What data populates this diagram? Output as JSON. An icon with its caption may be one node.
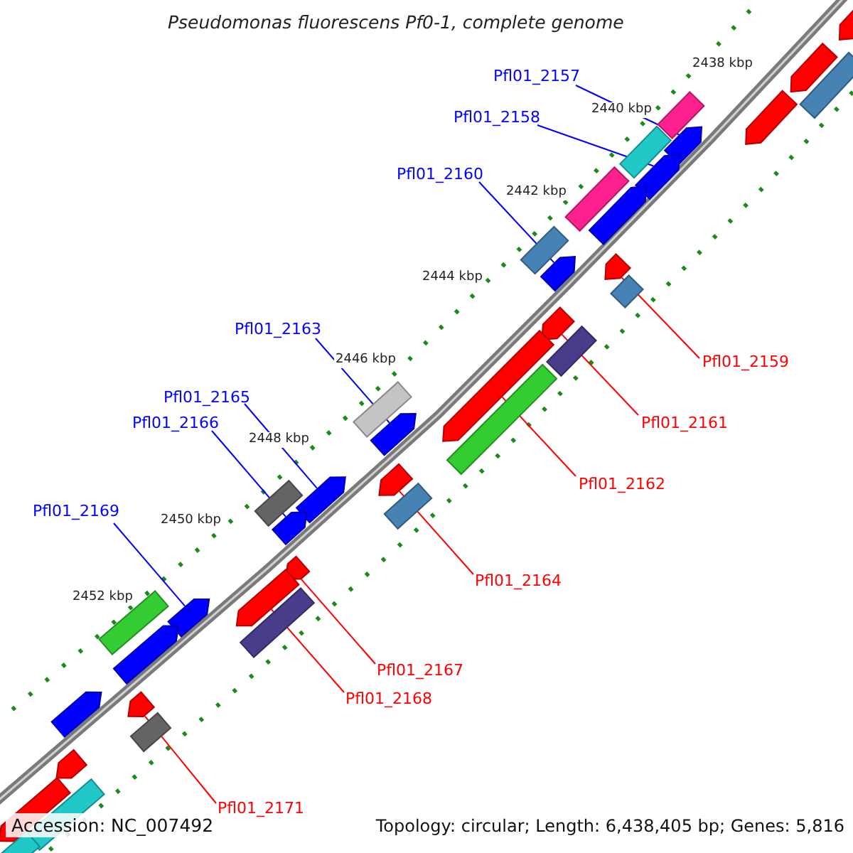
{
  "diagram": {
    "title": "Pseudomonas fluorescens Pf0-1, complete genome",
    "nodes": [
      {
        "text": [
          "Pfl01_2157"
        ]
      },
      {
        "text": [],
        "shape": "arrow"
      },
      {
        "text": [
          "Pfl01_2158"
        ]
      },
      {
        "text": [],
        "shape": "arrow"
      },
      {
        "text": [
          "Pfl01_2160"
        ]
      },
      {
        "text": [],
        "shape": "arrow"
      },
      {
        "text": [
          "Pfl01_2159"
        ]
      },
      {
        "text": [],
        "shape": "arrow"
      },
      {
        "text": [
          "Pfl01_2163"
        ]
      },
      {
        "text": [],
        "shape": "arrow"
      },
      {
        "text": [
          "Pfl01_2161"
        ]
      },
      {
        "text": [],
        "shape": "arrow"
      },
      {
        "text": [
          "Pfl01_2165"
        ]
      },
      {
        "text": [],
        "shape": "arrow"
      },
      {
        "text": [
          "Pfl01_2166"
        ]
      },
      {
        "text": [],
        "shape": "arrow"
      },
      {
        "text": [
          "Pfl01_2162"
        ]
      },
      {
        "text": [],
        "shape": "arrow"
      },
      {
        "text": [
          "Pfl01_2169"
        ]
      },
      {
        "text": [],
        "shape": "arrow"
      },
      {
        "text": [
          "Pfl01_2164"
        ]
      },
      {
        "text": [],
        "shape": "arrow"
      },
      {
        "text": [
          "Pfl01_2167"
        ]
      },
      {
        "text": [],
        "shape": "arrow"
      },
      {
        "text": [
          "Pfl01_2168"
        ]
      },
      {
        "text": [],
        "shape": "arrow"
      },
      {
        "text": [
          "Pfl01_2171"
        ]
      },
      {
        "text": [],
        "shape": "arrow"
      },
      {
        "text": [],
        "shape": "bar"
      },
      {
        "text": [],
        "shape": "bar"
      },
      {
        "text": [],
        "shape": "bar"
      },
      {
        "text": [],
        "shape": "arrow"
      },
      {
        "text": [],
        "shape": "bar"
      },
      {
        "text": [],
        "shape": "bar"
      },
      {
        "text": [],
        "shape": "bar"
      },
      {
        "text": [],
        "shape": "bar"
      },
      {
        "text": [],
        "shape": "arrow"
      },
      {
        "text": [],
        "shape": "arrow"
      },
      {
        "text": [],
        "shape": "bar"
      },
      {
        "text": [],
        "shape": "bar"
      },
      {
        "text": [],
        "shape": "bar"
      },
      {
        "text": [],
        "shape": "bar"
      },
      {
        "text": [],
        "shape": "bar"
      },
      {
        "text": [],
        "shape": "bar"
      },
      {
        "text": [],
        "shape": "arrow"
      },
      {
        "text": [],
        "shape": "arrow"
      },
      {
        "text": [],
        "shape": "arrow"
      },
      {
        "text": [],
        "shape": "bar"
      },
      {
        "text": [],
        "shape": "arrow"
      },
      {
        "text": [],
        "shape": "arrow"
      },
      {
        "text": [],
        "shape": "bar"
      },
      {
        "text": [],
        "shape": "bar"
      }
    ],
    "edges": [
      {
        "from": 0,
        "to": 1,
        "arrow": "none",
        "color": "#0000ff"
      },
      {
        "from": 2,
        "to": 3,
        "arrow": "none",
        "color": "#0000ff"
      },
      {
        "from": 4,
        "to": 5,
        "arrow": "none",
        "color": "#0000ff"
      },
      {
        "from": 6,
        "to": 7,
        "arrow": "none",
        "color": "#ff0000"
      },
      {
        "from": 8,
        "to": 9,
        "arrow": "none",
        "color": "#0000ff"
      },
      {
        "from": 10,
        "to": 11,
        "arrow": "none",
        "color": "#ff0000"
      },
      {
        "from": 12,
        "to": 13,
        "arrow": "none",
        "color": "#0000ff"
      },
      {
        "from": 14,
        "to": 15,
        "arrow": "none",
        "color": "#0000ff"
      },
      {
        "from": 16,
        "to": 17,
        "arrow": "none",
        "color": "#ff0000"
      },
      {
        "from": 18,
        "to": 19,
        "arrow": "none",
        "color": "#0000ff"
      },
      {
        "from": 20,
        "to": 21,
        "arrow": "none",
        "color": "#ff0000"
      },
      {
        "from": 22,
        "to": 23,
        "arrow": "none",
        "color": "#ff0000"
      },
      {
        "from": 24,
        "to": 25,
        "arrow": "none",
        "color": "#ff0000"
      },
      {
        "from": 26,
        "to": 27,
        "arrow": "none",
        "color": "#ff0000"
      }
    ],
    "labels": [
      "2438 kbp",
      "2440 kbp",
      "2442 kbp",
      "2444 kbp",
      "2446 kbp",
      "2448 kbp",
      "2450 kbp",
      "2452 kbp",
      "Accession: NC_007492",
      "Topology: circular; Length: 6,438,405 bp; Genes: 5,816"
    ]
  }
}
